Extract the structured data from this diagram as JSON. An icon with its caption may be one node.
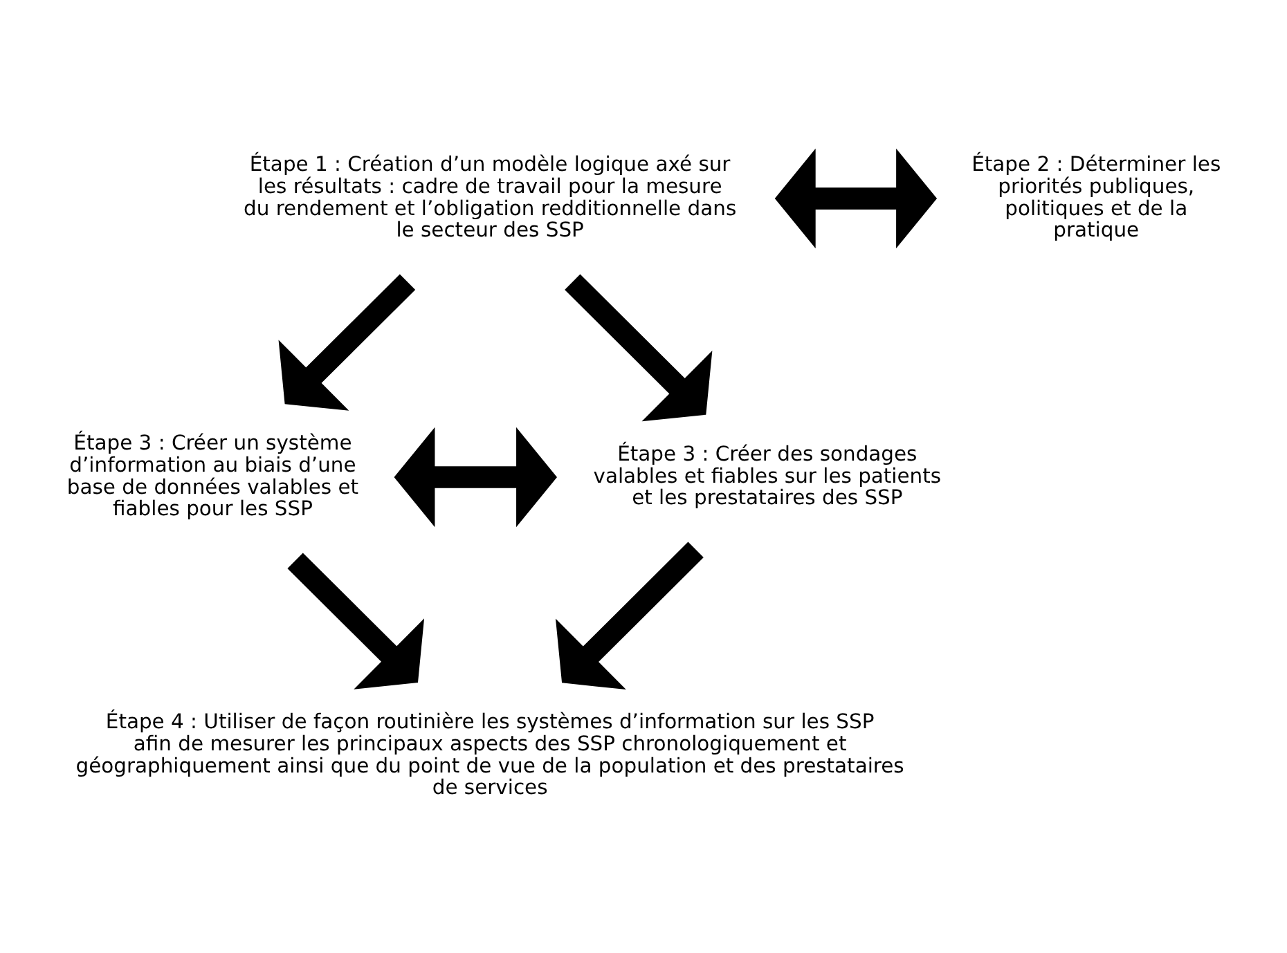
{
  "diagram": {
    "nodes": [
      {
        "text": [
          "Étape 1 : Création d’un modèle logique axé sur les résultats : cadre de travail pour la mesure du rendement et l’obligation redditionnelle dans le secteur des SSP"
        ]
      },
      {
        "text": [
          "Étape 2 : Déterminer les priorités publiques, politiques et de la pratique"
        ]
      },
      {
        "text": [
          "Étape 3 : Créer un système d’information au biais d’une base de données valables et fiables pour les SSP"
        ]
      },
      {
        "text": [
          "Étape 3 : Créer des sondages valables et fiables sur les patients et les prestataires des SSP"
        ]
      },
      {
        "text": [
          "Étape 4 : Utiliser de façon routinière les systèmes d’information sur les SSP afin de mesurer les principaux aspects des SSP chronologiquement et géographiquement ainsi que du point de vue de la population et des prestataires de services"
        ]
      }
    ],
    "edges": [
      {
        "from": 0,
        "to": 1,
        "arrow": "both"
      },
      {
        "from": 0,
        "to": 2,
        "arrow": "to"
      },
      {
        "from": 0,
        "to": 3,
        "arrow": "to"
      },
      {
        "from": 2,
        "to": 3,
        "arrow": "both"
      },
      {
        "from": 2,
        "to": 4,
        "arrow": "to"
      },
      {
        "from": 3,
        "to": 4,
        "arrow": "to"
      }
    ]
  }
}
